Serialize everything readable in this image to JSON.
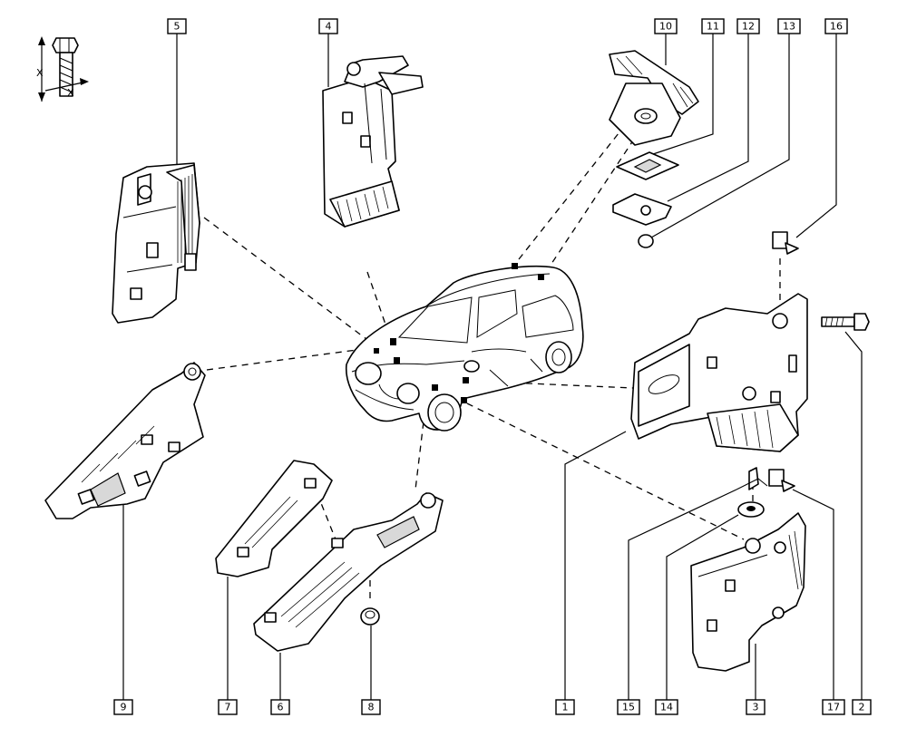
{
  "diagram": {
    "callouts": [
      "1",
      "2",
      "3",
      "4",
      "5",
      "6",
      "7",
      "8",
      "9",
      "10",
      "11",
      "12",
      "13",
      "14",
      "15",
      "16",
      "17"
    ],
    "torque_symbol": {
      "axis_label_1": "X",
      "axis_label_2": "X"
    }
  }
}
